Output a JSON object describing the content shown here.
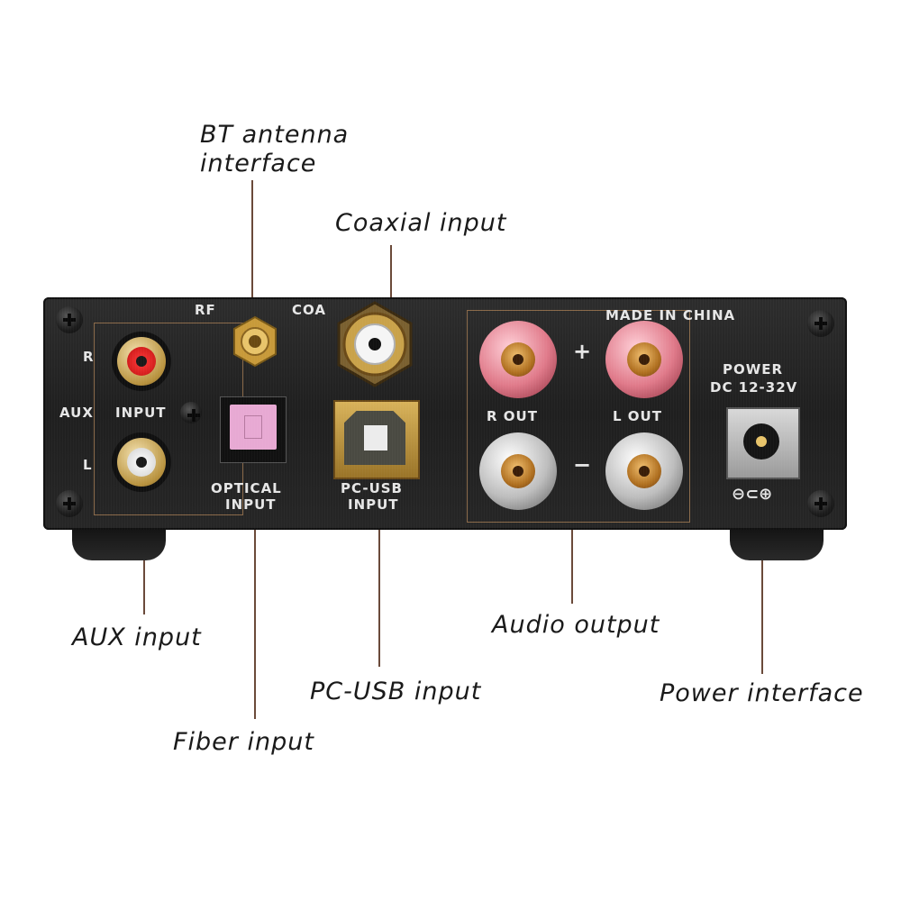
{
  "callouts": {
    "bt_antenna_line1": "BT antenna",
    "bt_antenna_line2": "interface",
    "coaxial": "Coaxial input",
    "aux": "AUX input",
    "audio_output": "Audio output",
    "pc_usb": "PC-USB input",
    "power": "Power interface",
    "fiber": "Fiber input"
  },
  "panel_labels": {
    "rf": "RF",
    "coa": "COA",
    "made_in": "MADE IN CHINA",
    "aux_r": "R",
    "aux": "AUX",
    "input": "INPUT",
    "aux_l": "L",
    "plus": "+",
    "minus": "−",
    "r_out": "R OUT",
    "l_out": "L OUT",
    "power": "POWER",
    "power_spec": "DC 12-32V",
    "optical_line1": "OPTICAL",
    "optical_line2": "INPUT",
    "pcusb_line1": "PC-USB",
    "pcusb_line2": "INPUT",
    "polarity": "⊖⊂⊕"
  },
  "colors": {
    "leader": "#6b4a3a",
    "panel": "#232323",
    "gold": "#c9a24a",
    "red_insulator": "#d41c1c",
    "optical_port": "#e7a9d3",
    "red_post": "#e07a8a"
  }
}
